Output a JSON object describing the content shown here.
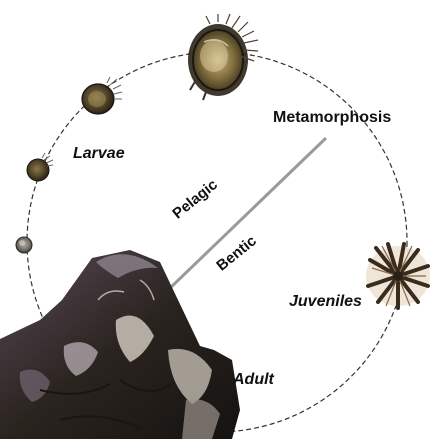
{
  "labels": {
    "larvae": "Larvae",
    "metamorphosis": "Metamorphosis",
    "juveniles": "Juveniles",
    "adult": "Adult",
    "pelagic": "Pelagic",
    "bentic": "Bentic"
  },
  "stages": [
    {
      "id": "egg",
      "icon": "egg-icon"
    },
    {
      "id": "larva-small",
      "icon": "larva-icon"
    },
    {
      "id": "larva-medium",
      "icon": "larva-icon"
    },
    {
      "id": "larva-pediveliger",
      "icon": "pediveliger-icon"
    },
    {
      "id": "juvenile",
      "icon": "juvenile-oyster-icon"
    },
    {
      "id": "adult",
      "icon": "adult-oyster-cluster-icon"
    }
  ],
  "colors": {
    "cycle_line": "#333333",
    "divider_line": "#9a9a9a",
    "shell_dark": "#3a2f25",
    "shell_mid": "#7a6a4a",
    "shell_light": "#d9cfc0"
  }
}
